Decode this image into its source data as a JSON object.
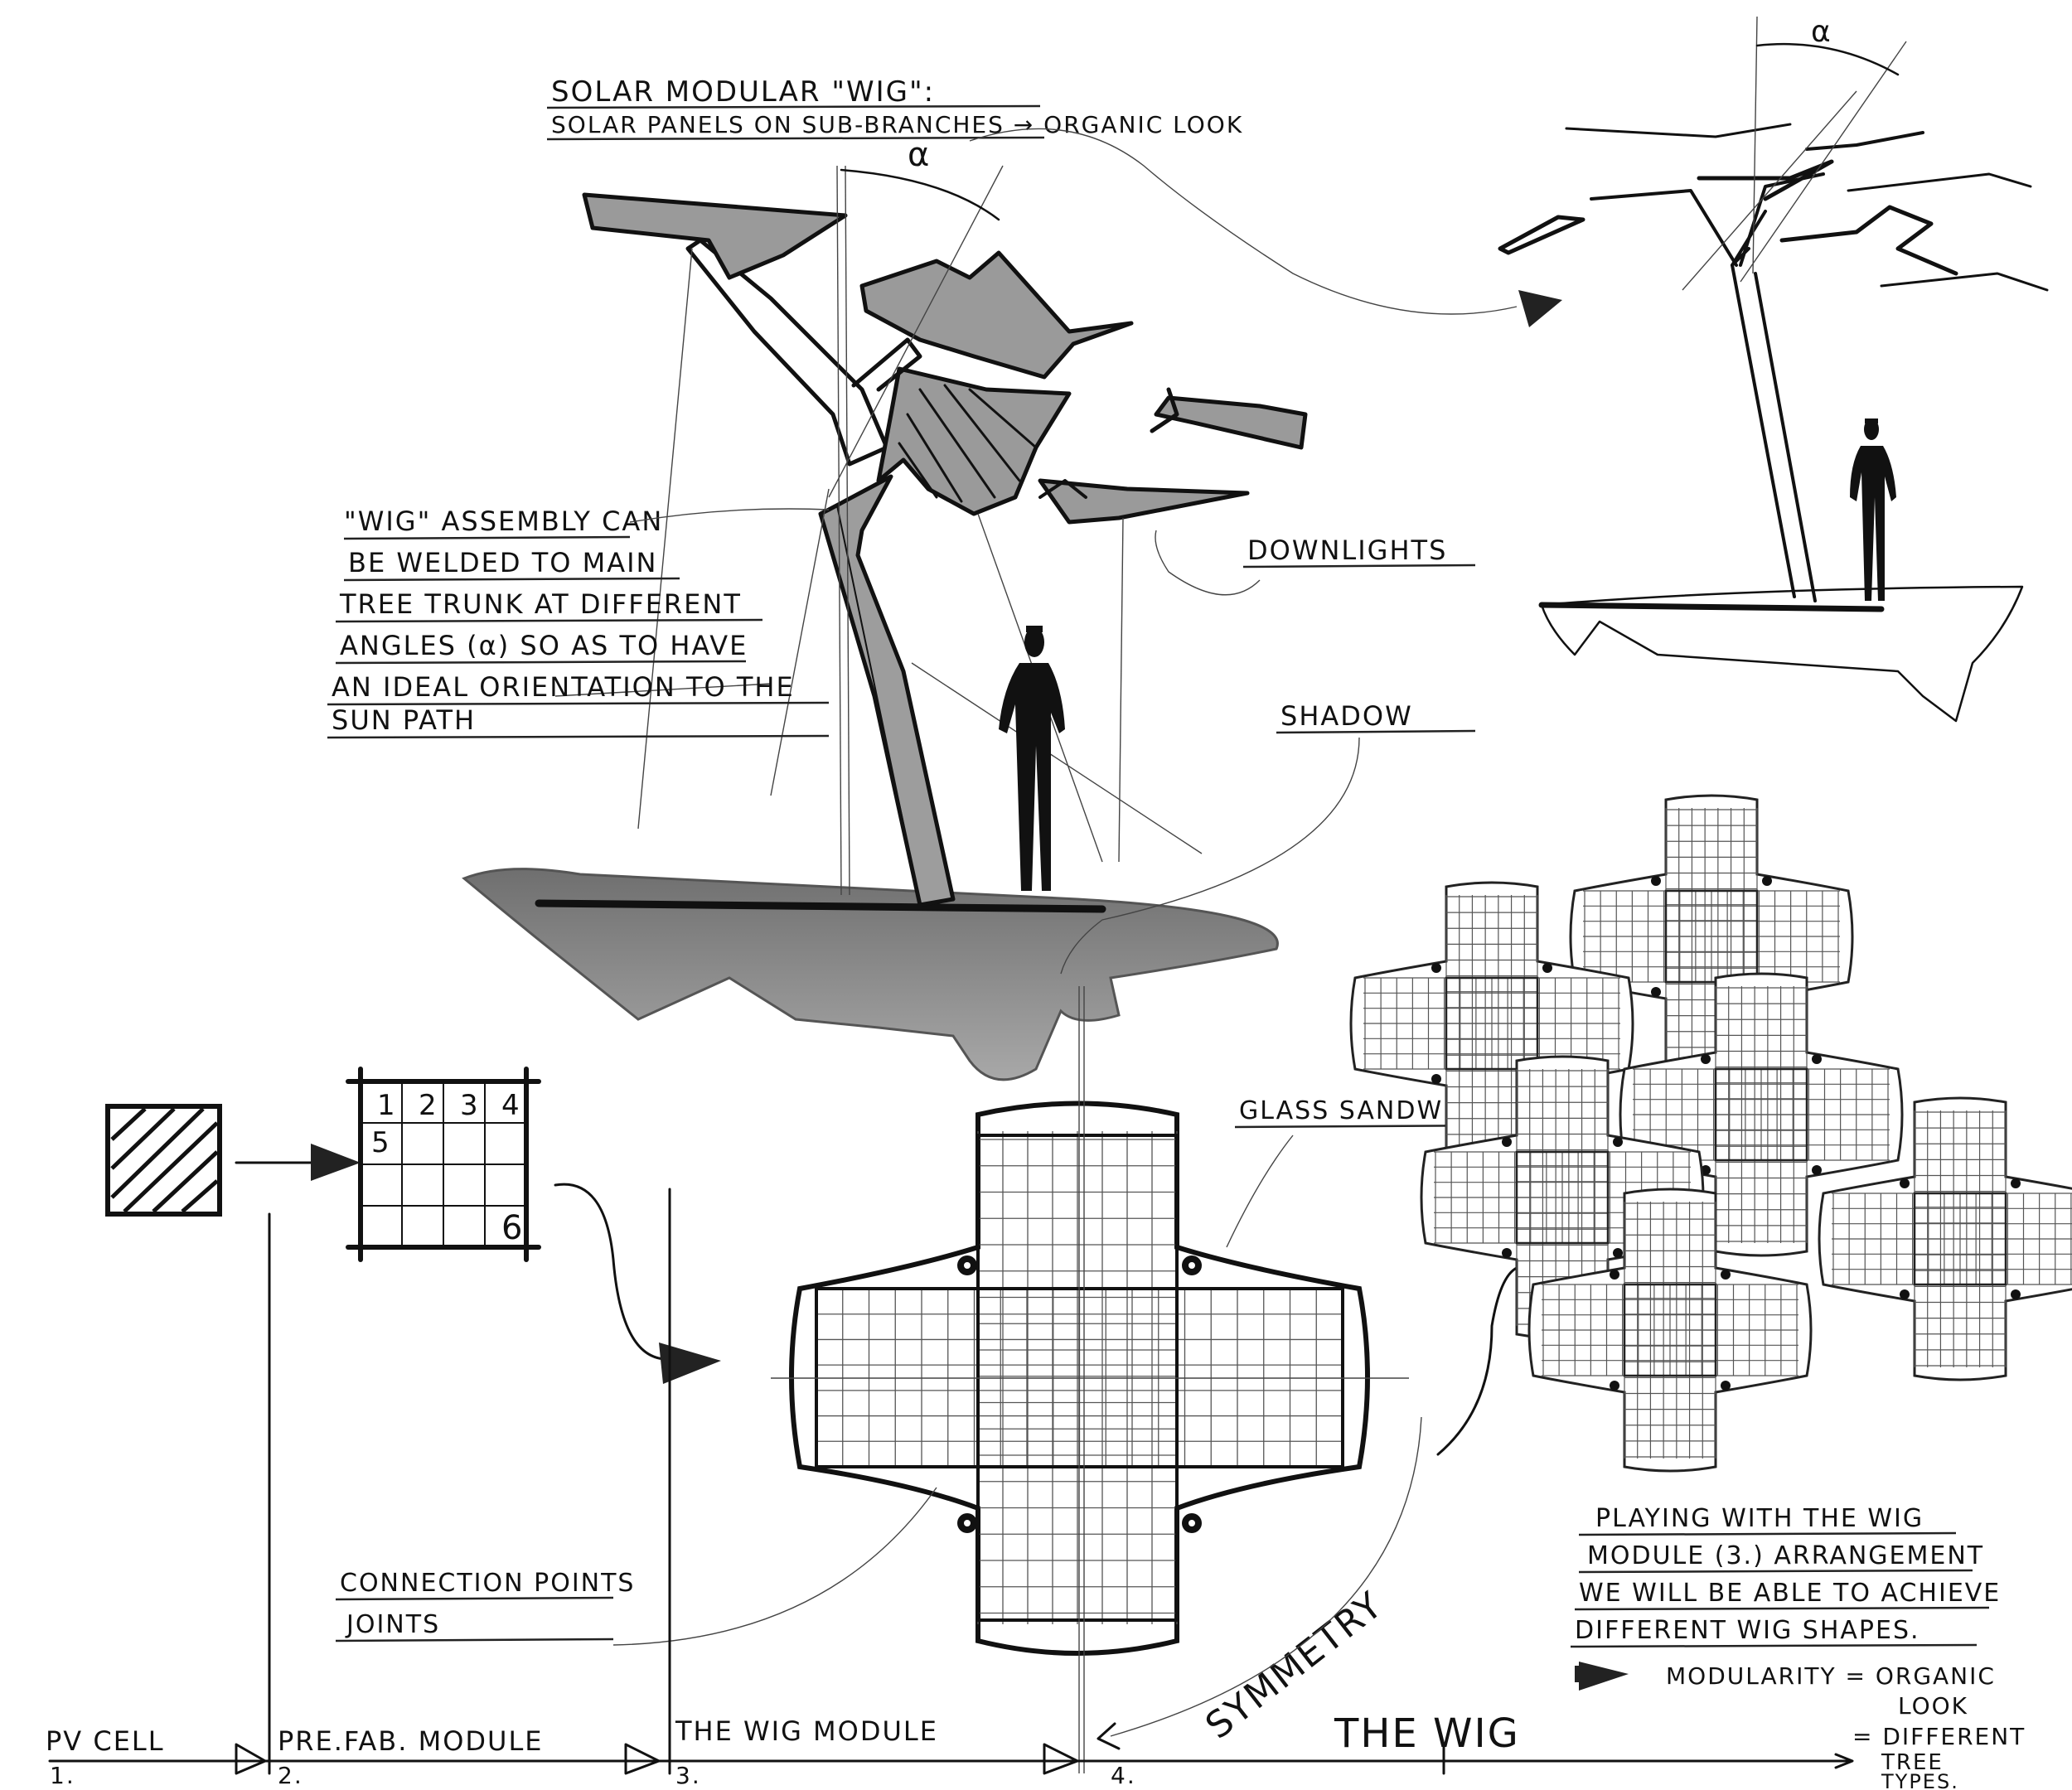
{
  "title": {
    "line1": "SOLAR MODULAR \"WIG\":",
    "line2": "SOLAR PANELS ON SUB-BRANCHES → ORGANIC LOOK"
  },
  "alpha_symbol": "α",
  "annotations": {
    "assembly": [
      "\"WIG\" ASSEMBLY CAN",
      "BE WELDED TO MAIN",
      "TREE TRUNK AT DIFFERENT",
      "ANGLES (α) SO AS TO HAVE",
      "AN IDEAL ORIENTATION TO THE",
      "SUN PATH"
    ],
    "downlights": "DOWNLIGHTS",
    "shadow": "SHADOW",
    "glass_sandwich": "GLASS SANDWICH",
    "connection": [
      "CONNECTION POINTS",
      "JOINTS"
    ],
    "symmetry": "SYMMETRY",
    "playing": [
      "PLAYING WITH THE WIG",
      "MODULE (3.) ARRANGEMENT",
      "WE WILL BE ABLE TO ACHIEVE",
      "DIFFERENT WIG SHAPES."
    ],
    "modularity": [
      "MODULARITY = ORGANIC",
      "LOOK"
    ],
    "different": [
      "= DIFFERENT",
      "TREE",
      "TYPES."
    ]
  },
  "cell_numbers": [
    "1",
    "2",
    "3",
    "4",
    "5",
    "6"
  ],
  "timeline": [
    {
      "label": "PV CELL",
      "num": "1."
    },
    {
      "label": "PRE.FAB. MODULE",
      "num": "2."
    },
    {
      "label": "THE WIG MODULE",
      "num": "3."
    },
    {
      "label": "THE WIG",
      "num": "4."
    }
  ],
  "colors": {
    "ink": "#111111",
    "marker": "#9a9a9a",
    "marker_light": "#c9c9c9",
    "paper": "#ffffff"
  }
}
